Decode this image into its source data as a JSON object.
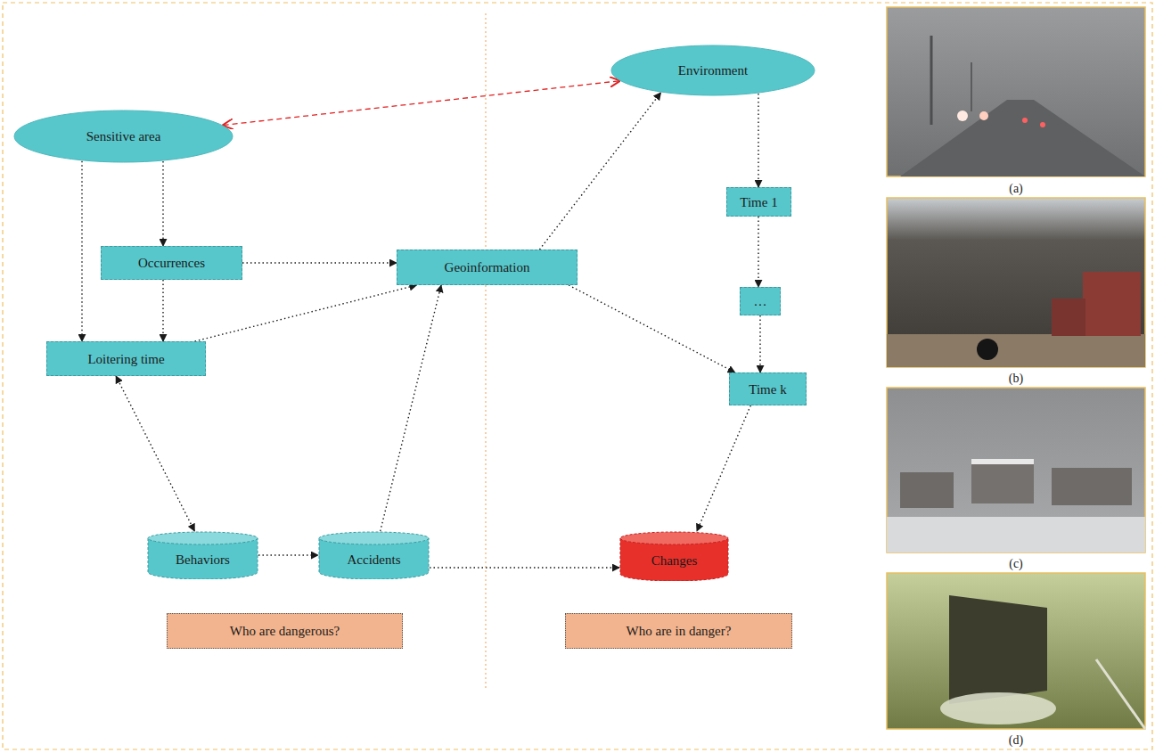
{
  "diagram": {
    "nodes": [
      {
        "text": [
          "Sensitive area"
        ]
      },
      {
        "text": [
          "Environment"
        ]
      },
      {
        "text": [
          "Time 1"
        ]
      },
      {
        "text": [
          "Occurrences"
        ]
      },
      {
        "text": [
          "Geoinformation"
        ]
      },
      {
        "text": [
          "…"
        ]
      },
      {
        "text": [
          "Loitering time"
        ]
      },
      {
        "text": [
          "Time k"
        ]
      },
      {
        "text": [
          "Behaviors"
        ]
      },
      {
        "text": [
          "Accidents"
        ]
      },
      {
        "text": [
          "Changes"
        ]
      },
      {
        "text": [
          "Who are dangerous?"
        ]
      },
      {
        "text": [
          "Who are in danger?"
        ]
      }
    ],
    "edges": [
      {
        "from": 0,
        "to": 1,
        "arrow": "both"
      },
      {
        "from": 0,
        "to": 6,
        "arrow": "to"
      },
      {
        "from": 0,
        "to": 3,
        "arrow": "to"
      },
      {
        "from": 3,
        "to": 4,
        "arrow": "to"
      },
      {
        "from": 3,
        "to": 6,
        "arrow": "to"
      },
      {
        "from": 6,
        "to": 4,
        "arrow": "to"
      },
      {
        "from": 6,
        "to": 8,
        "arrow": "both"
      },
      {
        "from": 8,
        "to": 9,
        "arrow": "to"
      },
      {
        "from": 9,
        "to": 4,
        "arrow": "to"
      },
      {
        "from": 9,
        "to": 10,
        "arrow": "to"
      },
      {
        "from": 4,
        "to": 1,
        "arrow": "to"
      },
      {
        "from": 4,
        "to": 7,
        "arrow": "to"
      },
      {
        "from": 1,
        "to": 2,
        "arrow": "to"
      },
      {
        "from": 2,
        "to": 5,
        "arrow": "to"
      },
      {
        "from": 5,
        "to": 7,
        "arrow": "to"
      },
      {
        "from": 7,
        "to": 10,
        "arrow": "to"
      }
    ],
    "labels": [
      "(a)",
      "(b)",
      "(c)",
      "(d)"
    ]
  }
}
